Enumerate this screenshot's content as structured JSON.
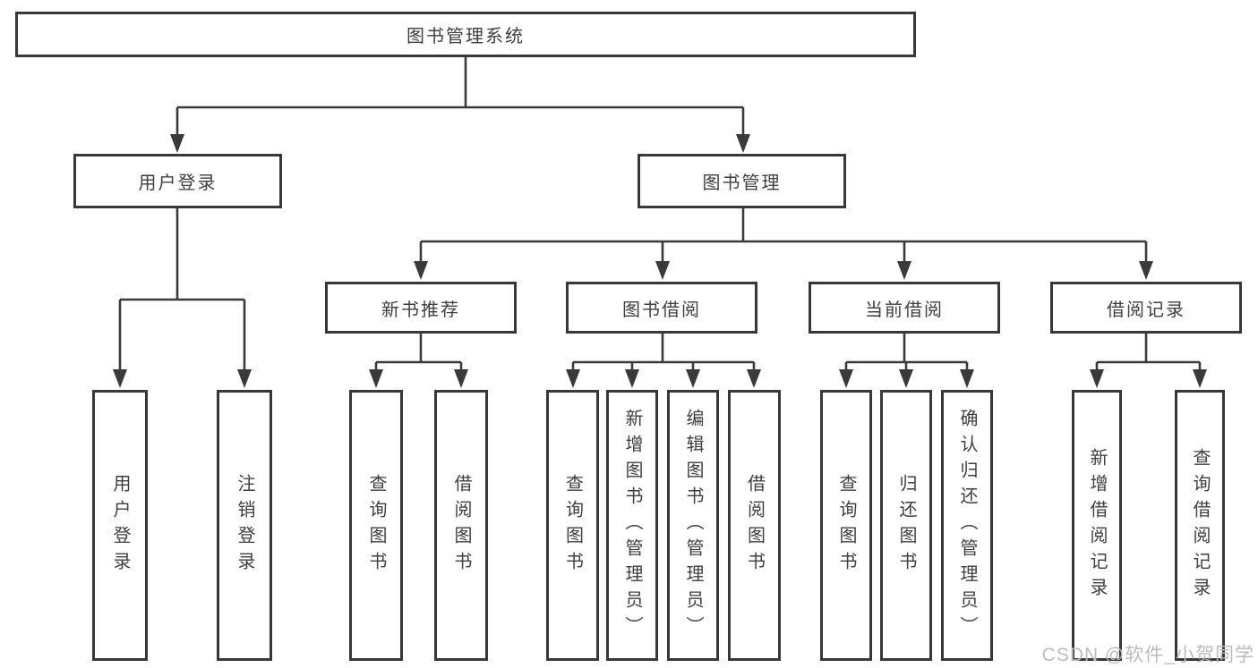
{
  "diagram_title": "图书管理系统",
  "tree": {
    "root": {
      "label": "图书管理系统"
    },
    "branches": [
      {
        "label": "用户登录",
        "children": [
          {
            "label": "用户登录"
          },
          {
            "label": "注销登录"
          }
        ]
      },
      {
        "label": "图书管理",
        "children": [
          {
            "label": "新书推荐",
            "children": [
              {
                "label": "查询图书"
              },
              {
                "label": "借阅图书"
              }
            ]
          },
          {
            "label": "图书借阅",
            "children": [
              {
                "label": "查询图书"
              },
              {
                "label": "新增图书（管理员）"
              },
              {
                "label": "编辑图书（管理员）"
              },
              {
                "label": "借阅图书"
              }
            ]
          },
          {
            "label": "当前借阅",
            "children": [
              {
                "label": "查询图书"
              },
              {
                "label": "归还图书"
              },
              {
                "label": "确认归还（管理员）"
              }
            ]
          },
          {
            "label": "借阅记录",
            "children": [
              {
                "label": "新增借阅记录"
              },
              {
                "label": "查询借阅记录"
              }
            ]
          }
        ]
      }
    ]
  },
  "watermark": {
    "text": "CSDN @软件_小贺同学"
  },
  "colors": {
    "line": "#3a3a3a",
    "box_border": "#383838",
    "text": "#3f3f3f",
    "watermark": "#b9bcc0",
    "background": "#ffffff"
  }
}
